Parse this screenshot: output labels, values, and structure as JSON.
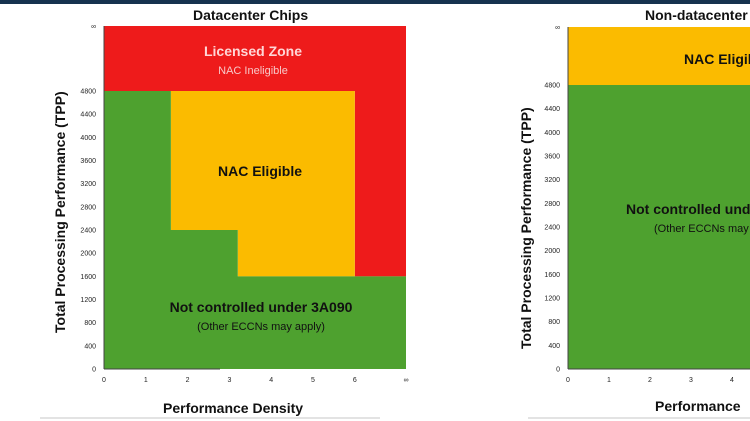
{
  "colors": {
    "licensed": "#ee1b1b",
    "nac": "#fbbb00",
    "not_controlled": "#4ea12f",
    "top_bar": "#16324f"
  },
  "chart_data": [
    {
      "type": "area",
      "title": "Datacenter Chips",
      "xlabel": "Performance Density",
      "ylabel": "Total Processing Performance (TPP)",
      "x_ticks": [
        "0",
        "1",
        "2",
        "3",
        "4",
        "5",
        "6",
        "∞"
      ],
      "y_ticks": [
        "0",
        "400",
        "800",
        "1200",
        "1600",
        "2000",
        "2400",
        "2800",
        "3200",
        "3600",
        "4000",
        "4400",
        "4800",
        "∞"
      ],
      "zones": [
        {
          "name": "Licensed Zone",
          "sublabel": "NAC Ineligible",
          "color": "licensed",
          "polygon": [
            [
              0,
              4800
            ],
            [
              0,
              "∞"
            ],
            [
              "∞",
              "∞"
            ],
            [
              "∞",
              1600
            ],
            [
              6,
              1600
            ],
            [
              6,
              4800
            ]
          ]
        },
        {
          "name": "NAC Eligible",
          "sublabel": "",
          "color": "nac",
          "polygon": [
            [
              1.6,
              2400
            ],
            [
              1.6,
              4800
            ],
            [
              6,
              4800
            ],
            [
              6,
              1600
            ],
            [
              3.2,
              1600
            ],
            [
              3.2,
              2400
            ]
          ]
        },
        {
          "name": "Not controlled under 3A090",
          "sublabel": "(Other ECCNs may apply)",
          "color": "not_controlled",
          "polygon": [
            [
              0,
              0
            ],
            [
              0,
              4800
            ],
            [
              1.6,
              4800
            ],
            [
              1.6,
              2400
            ],
            [
              3.2,
              2400
            ],
            [
              3.2,
              1600
            ],
            [
              "∞",
              1600
            ],
            [
              "∞",
              0
            ]
          ]
        }
      ]
    },
    {
      "type": "area",
      "title": "Non-datacenter",
      "xlabel": "Performance",
      "ylabel": "Total Processing Performance (TPP)",
      "x_ticks": [
        "0",
        "1",
        "2",
        "3",
        "4"
      ],
      "y_ticks": [
        "0",
        "400",
        "800",
        "1200",
        "1600",
        "2000",
        "2400",
        "2800",
        "3200",
        "3600",
        "4000",
        "4400",
        "4800",
        "∞"
      ],
      "zones": [
        {
          "name": "NAC Eligib",
          "sublabel": "",
          "color": "nac",
          "polygon": [
            [
              0,
              4800
            ],
            [
              0,
              "∞"
            ],
            [
              "∞",
              "∞"
            ],
            [
              "∞",
              4800
            ]
          ]
        },
        {
          "name": "Not controlled und",
          "sublabel": "(Other ECCNs may",
          "color": "not_controlled",
          "polygon": [
            [
              0,
              0
            ],
            [
              0,
              4800
            ],
            [
              "∞",
              4800
            ],
            [
              "∞",
              0
            ]
          ]
        }
      ]
    }
  ]
}
